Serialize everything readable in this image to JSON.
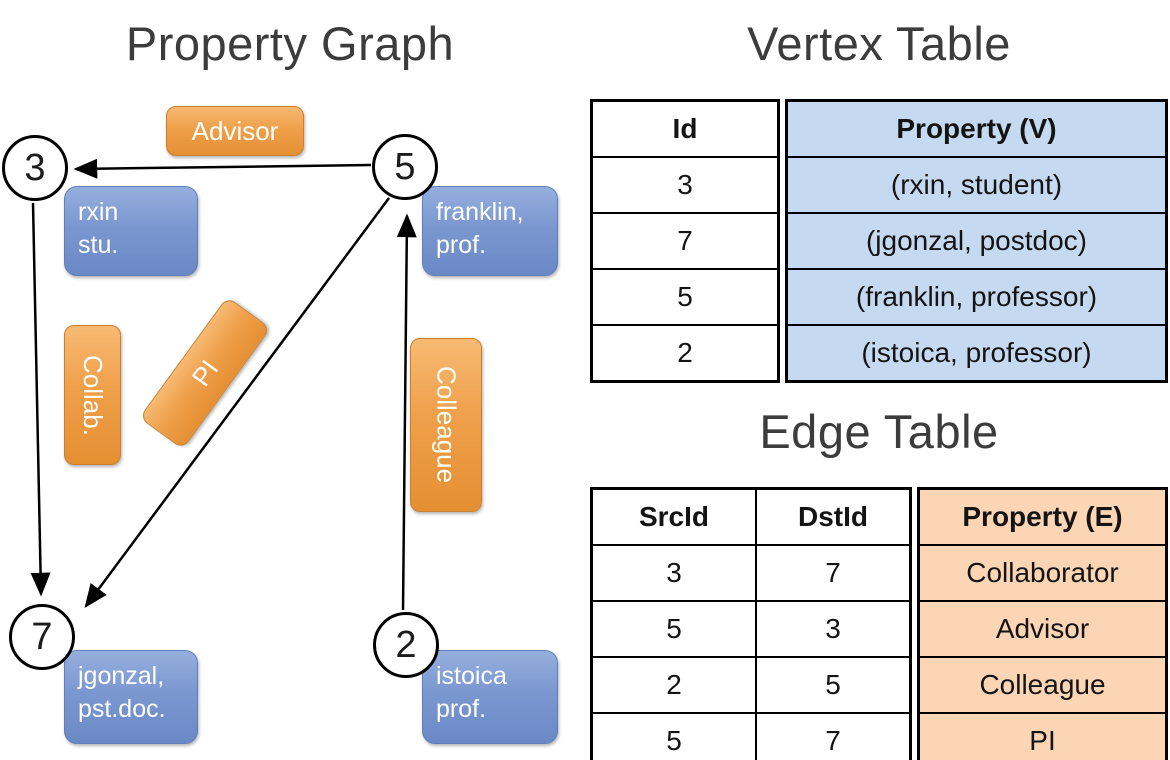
{
  "graph": {
    "title": "Property Graph",
    "vertices": [
      {
        "id": "3",
        "label": "rxin\nstu."
      },
      {
        "id": "5",
        "label": "franklin,\nprof."
      },
      {
        "id": "7",
        "label": "jgonzal,\npst.doc."
      },
      {
        "id": "2",
        "label": "istoica\nprof."
      }
    ],
    "edges": [
      {
        "from": "5",
        "to": "3",
        "label": "Advisor"
      },
      {
        "from": "3",
        "to": "7",
        "label": "Collab."
      },
      {
        "from": "5",
        "to": "7",
        "label": "PI"
      },
      {
        "from": "2",
        "to": "5",
        "label": "Colleague"
      }
    ]
  },
  "vertex_table": {
    "title": "Vertex Table",
    "headers": {
      "id": "Id",
      "property": "Property (V)"
    },
    "rows": [
      {
        "id": "3",
        "property": "(rxin, student)"
      },
      {
        "id": "7",
        "property": "(jgonzal, postdoc)"
      },
      {
        "id": "5",
        "property": "(franklin, professor)"
      },
      {
        "id": "2",
        "property": "(istoica, professor)"
      }
    ]
  },
  "edge_table": {
    "title": "Edge Table",
    "headers": {
      "src": "SrcId",
      "dst": "DstId",
      "property": "Property (E)"
    },
    "rows": [
      {
        "src": "3",
        "dst": "7",
        "property": "Collaborator"
      },
      {
        "src": "5",
        "dst": "3",
        "property": "Advisor"
      },
      {
        "src": "2",
        "dst": "5",
        "property": "Colleague"
      },
      {
        "src": "5",
        "dst": "7",
        "property": "PI"
      }
    ]
  },
  "colors": {
    "vertex_label_blue": "#7b97d0",
    "edge_label_orange": "#efa04a",
    "vertex_table_cell_blue": "#c5d9f1",
    "edge_table_cell_orange": "#fbd5b4"
  }
}
